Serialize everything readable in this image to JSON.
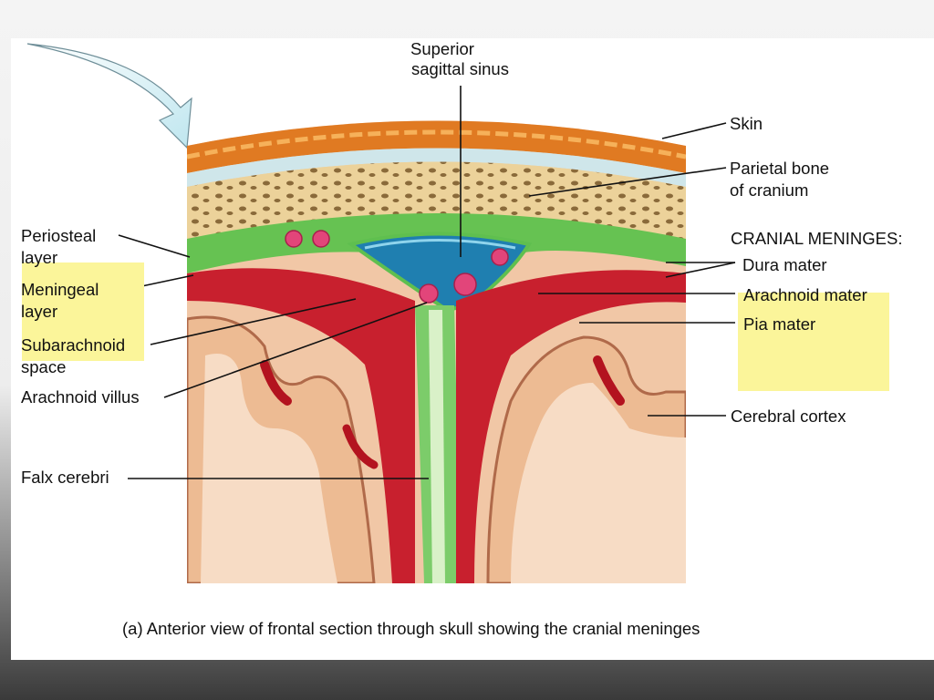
{
  "labels": {
    "superior_sinus_line1": "Superior",
    "superior_sinus_line2": "sagittal sinus",
    "skin": "Skin",
    "parietal_line1": "Parietal bone",
    "parietal_line2": "of cranium",
    "cranial_meninges": "CRANIAL MENINGES:",
    "dura_mater": "Dura mater",
    "arachnoid_mater": "Arachnoid mater",
    "pia_mater": "Pia mater",
    "cerebral_cortex": "Cerebral cortex",
    "periosteal_line1": "Periosteal",
    "periosteal_line2": "layer",
    "meningeal_line1": "Meningeal",
    "meningeal_line2": "layer",
    "subarachnoid_line1": "Subarachnoid",
    "subarachnoid_line2": "space",
    "arachnoid_villus": "Arachnoid villus",
    "falx_cerebri": "Falx cerebri"
  },
  "caption": "(a) Anterior view of frontal section through skull showing the cranial meninges",
  "colors": {
    "highlight": "#fbf59a",
    "skin": "#e0781e",
    "bone": "#efd49a",
    "dura": "#5fbf4f",
    "sinus": "#1f86b8",
    "vessels": "#c0162a",
    "cortex": "#e9b58e"
  }
}
